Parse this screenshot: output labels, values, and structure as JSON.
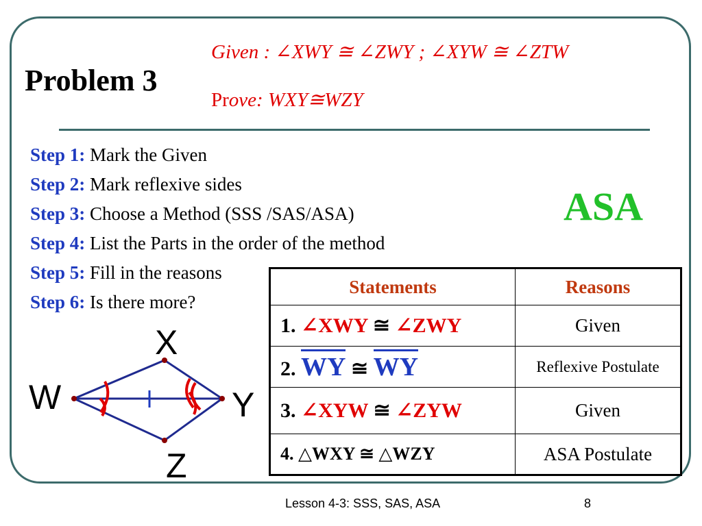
{
  "slide": {
    "title": "Problem 3",
    "given": "Given : ∠XWY ≅ ∠ZWY ; ∠XYW ≅ ∠ZTW",
    "prove_prefix": "Pr",
    "prove_rest": "ove: WXY≅WZY",
    "method": "ASA",
    "steps": [
      {
        "label": "Step 1:",
        "text": "Mark the Given"
      },
      {
        "label": "Step 2:",
        "text": "Mark reflexive sides"
      },
      {
        "label": "Step 3:",
        "text": "Choose a Method (SSS /SAS/ASA)"
      },
      {
        "label": "Step 4:",
        "text": "List the Parts in the order of the method"
      },
      {
        "label": "Step 5:",
        "text": "Fill in the reasons"
      },
      {
        "label": "Step 6:",
        "text": "Is there more?"
      }
    ],
    "table": {
      "headers": [
        "Statements",
        "Reasons"
      ],
      "rows": [
        {
          "num": "1.",
          "a": "∠XWY",
          "b": "∠ZWY",
          "reason": "Given"
        },
        {
          "num": "2.",
          "a": "WY",
          "b": "WY",
          "reason": "Reflexive Postulate"
        },
        {
          "num": "3.",
          "a": "∠XYW",
          "b": "∠ZYW",
          "reason": "Given"
        },
        {
          "num": "4.",
          "a": "△WXY",
          "b": "△WZY",
          "reason": "ASA Postulate"
        }
      ],
      "cong": "≅"
    },
    "diagram": {
      "X": "X",
      "W": "W",
      "Y": "Y",
      "Z": "Z"
    },
    "footer": {
      "lesson": "Lesson 4-3: SSS, SAS, ASA",
      "page": "8"
    },
    "colors": {
      "accent_red": "#e00000",
      "step_blue": "#1f3bbf",
      "asa_green": "#22c02a",
      "header_orange": "#c0390f",
      "frame_teal": "#3c6b6b"
    }
  }
}
